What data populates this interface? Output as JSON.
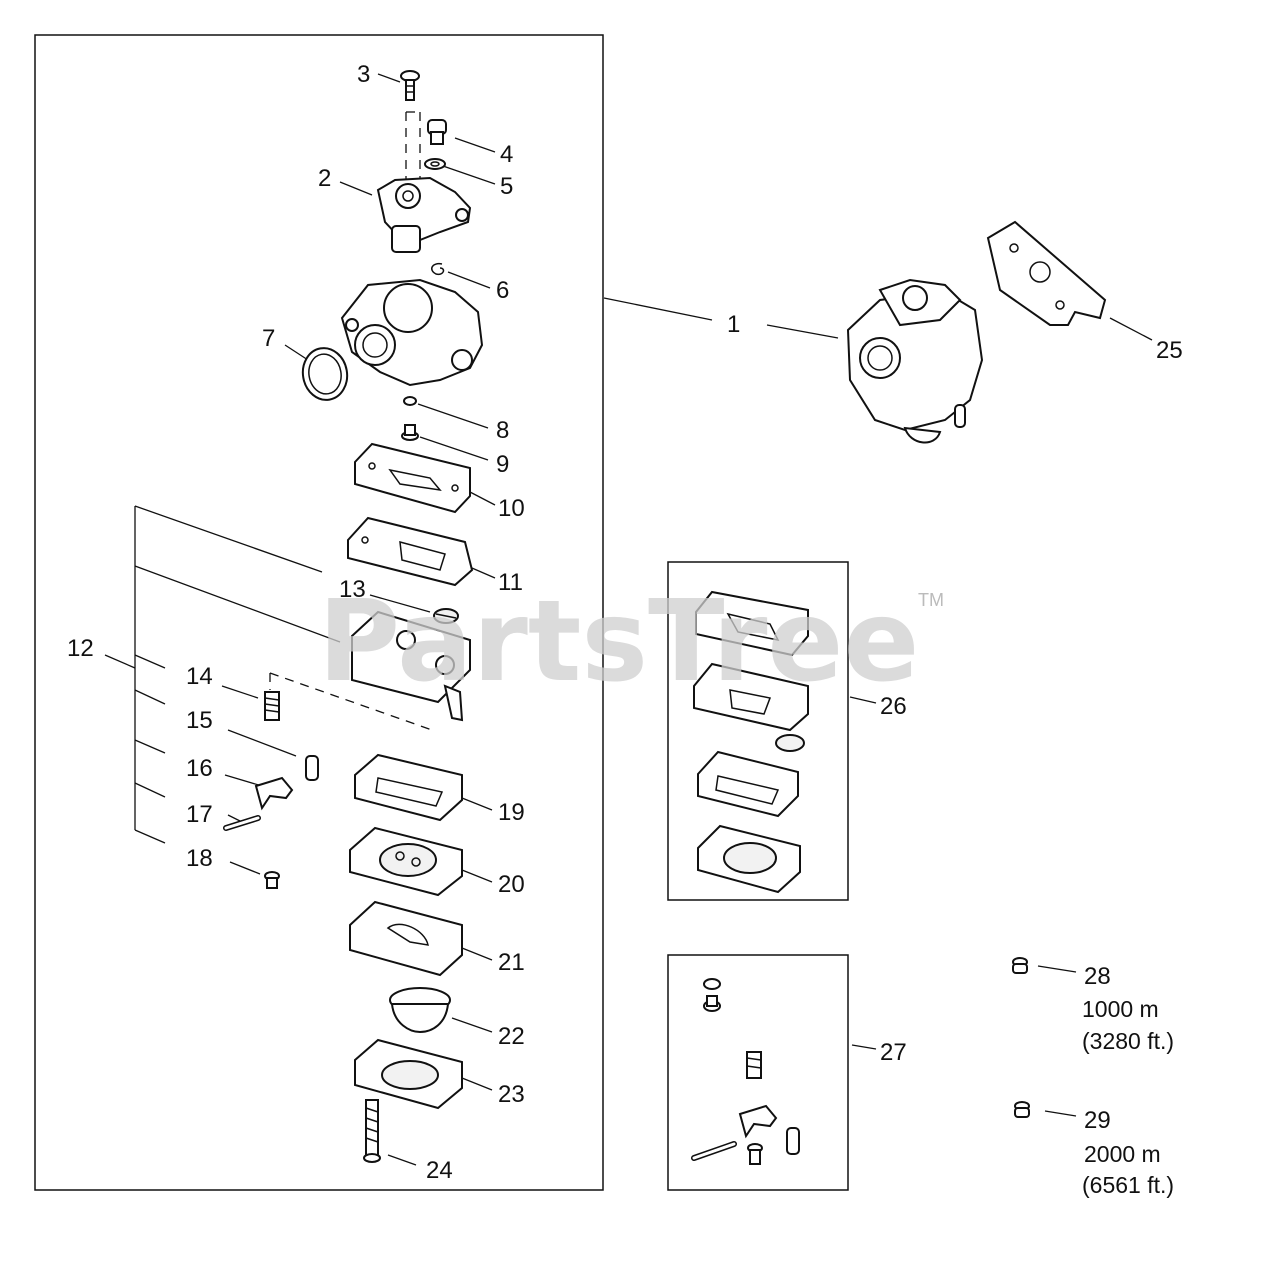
{
  "watermark": {
    "brand": "PartsTree",
    "trademark": "TM"
  },
  "callouts": [
    "1",
    "2",
    "3",
    "4",
    "5",
    "6",
    "7",
    "8",
    "9",
    "10",
    "11",
    "12",
    "13",
    "14",
    "15",
    "16",
    "17",
    "18",
    "19",
    "20",
    "21",
    "22",
    "23",
    "24",
    "25",
    "26",
    "27",
    "28",
    "29"
  ],
  "jets": {
    "jet_28": {
      "altitude": "1000 m",
      "feet": "(3280 ft.)"
    },
    "jet_29": {
      "altitude": "2000 m",
      "feet": "(6561 ft.)"
    }
  }
}
